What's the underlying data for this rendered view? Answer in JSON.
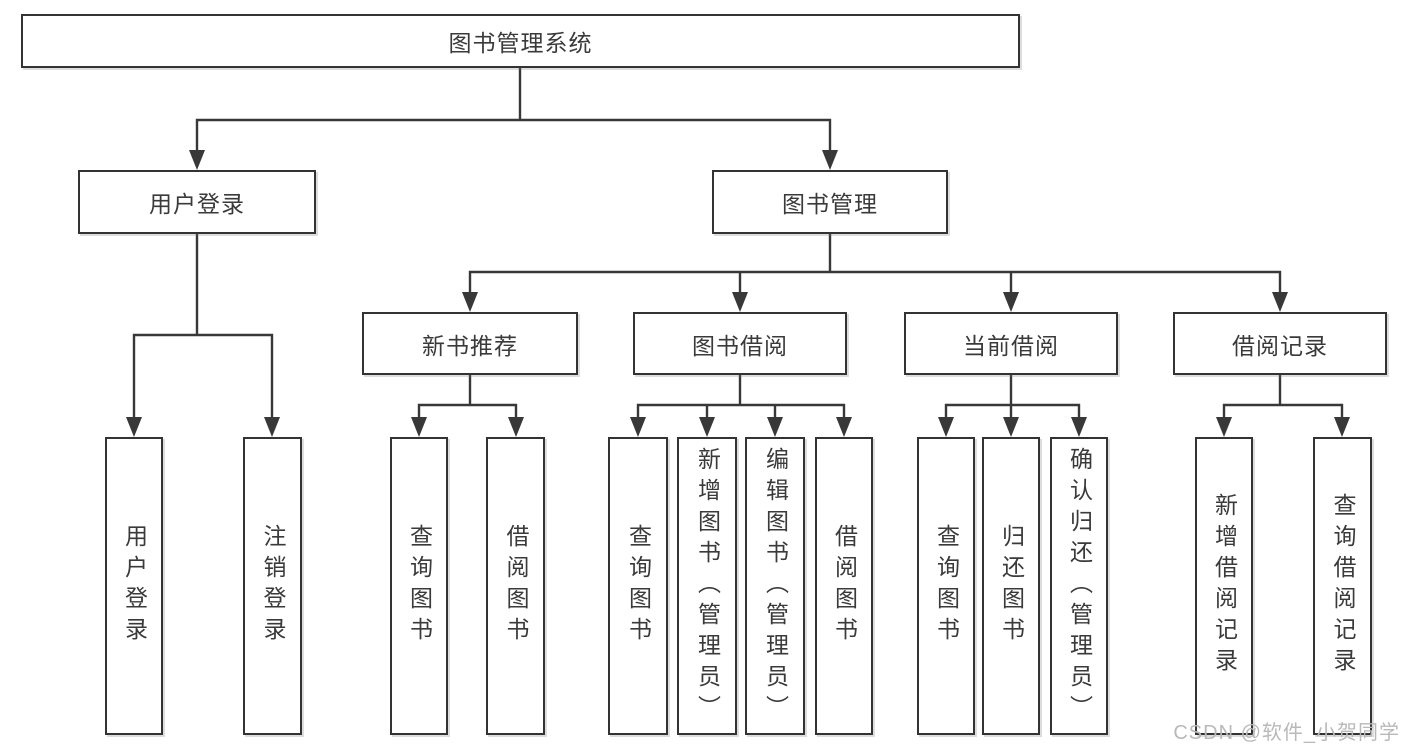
{
  "diagram": {
    "root": {
      "label": "图书管理系统"
    },
    "branches": [
      {
        "label": "用户登录",
        "children": [
          {
            "label": "用户登录"
          },
          {
            "label": "注销登录"
          }
        ]
      },
      {
        "label": "图书管理",
        "children": [
          {
            "label": "新书推荐",
            "children": [
              {
                "label": "查询图书"
              },
              {
                "label": "借阅图书"
              }
            ]
          },
          {
            "label": "图书借阅",
            "children": [
              {
                "label": "查询图书"
              },
              {
                "label": "新增图书（管理员）"
              },
              {
                "label": "编辑图书（管理员）"
              },
              {
                "label": "借阅图书"
              }
            ]
          },
          {
            "label": "当前借阅",
            "children": [
              {
                "label": "查询图书"
              },
              {
                "label": "归还图书"
              },
              {
                "label": "确认归还（管理员）"
              }
            ]
          },
          {
            "label": "借阅记录",
            "children": [
              {
                "label": "新增借阅记录"
              },
              {
                "label": "查询借阅记录"
              }
            ]
          }
        ]
      }
    ]
  },
  "watermark": {
    "text": "CSDN @软件_小贺同学"
  },
  "colors": {
    "line": "#383838",
    "box_border": "#333333",
    "text": "#3a3a3a",
    "watermark": "#b9b9b9",
    "background": "#ffffff"
  }
}
